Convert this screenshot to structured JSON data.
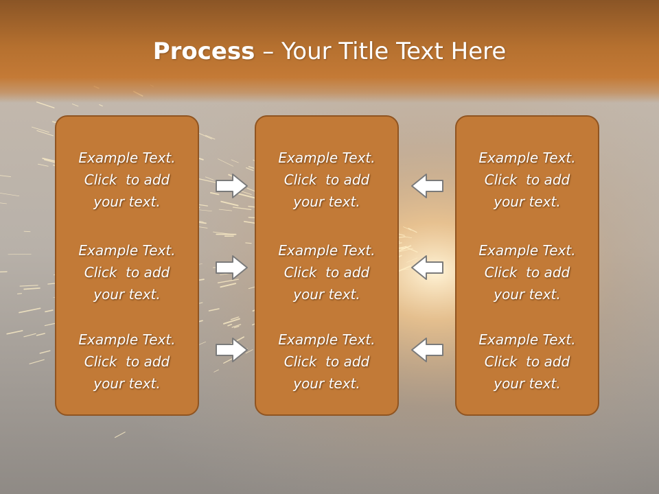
{
  "slide": {
    "title_bold": "Process",
    "title_rest": " – Your Title Text Here"
  },
  "columns": [
    {
      "items": [
        {
          "line1": "Example Text.",
          "line2": "Click  to add",
          "line3": "your text."
        },
        {
          "line1": "Example Text.",
          "line2": "Click  to add",
          "line3": "your text."
        },
        {
          "line1": "Example Text.",
          "line2": "Click  to add",
          "line3": "your text."
        }
      ]
    },
    {
      "items": [
        {
          "line1": "Example Text.",
          "line2": "Click  to add",
          "line3": "your text."
        },
        {
          "line1": "Example Text.",
          "line2": "Click  to add",
          "line3": "your text."
        },
        {
          "line1": "Example Text.",
          "line2": "Click  to add",
          "line3": "your text."
        }
      ]
    },
    {
      "items": [
        {
          "line1": "Example Text.",
          "line2": "Click  to add",
          "line3": "your text."
        },
        {
          "line1": "Example Text.",
          "line2": "Click  to add",
          "line3": "your text."
        },
        {
          "line1": "Example Text.",
          "line2": "Click  to add",
          "line3": "your text."
        }
      ]
    }
  ],
  "arrows": {
    "left_group": [
      "arrow-right-icon",
      "arrow-right-icon",
      "arrow-right-icon"
    ],
    "right_group": [
      "arrow-left-icon",
      "arrow-left-icon",
      "arrow-left-icon"
    ]
  },
  "colors": {
    "header": "#b5702f",
    "box_fill": "#c27a37",
    "box_border": "#8f5421",
    "text": "#ffffff",
    "arrow_fill": "#ffffff",
    "arrow_stroke": "#7a7a7a"
  }
}
